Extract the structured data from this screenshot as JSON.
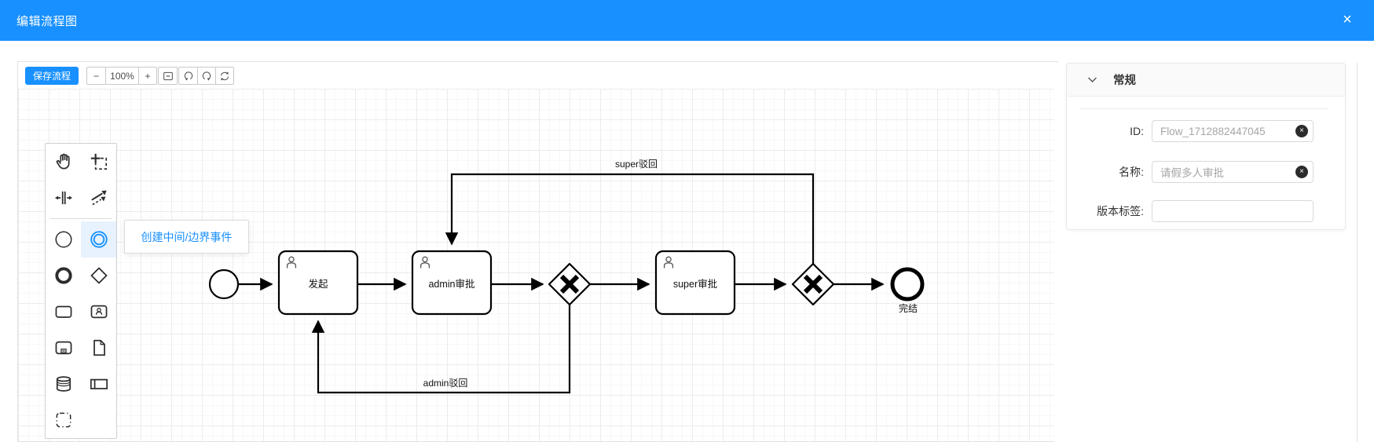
{
  "header": {
    "title": "编辑流程图",
    "close_glyph": "×"
  },
  "toolbar": {
    "save_label": "保存流程",
    "zoom_out_label": "−",
    "zoom_level": "100%",
    "zoom_in_label": "+",
    "icons": [
      "reset-zoom-icon",
      "undo-icon",
      "redo-icon",
      "refresh-icon"
    ]
  },
  "palette": {
    "tooltip": "创建中间/边界事件",
    "items": [
      "hand-tool",
      "lasso-tool",
      "space-tool",
      "global-connect-tool",
      "create-start-event",
      "create-intermediate-boundary-event",
      "create-end-event",
      "create-exclusive-gateway",
      "create-task",
      "create-user-task",
      "create-subprocess",
      "create-data-object",
      "create-data-store",
      "create-participant",
      "create-group"
    ],
    "active_item": "create-intermediate-boundary-event"
  },
  "diagram": {
    "nodes": {
      "start_event": {
        "type": "start-event",
        "label": ""
      },
      "task_initiate": {
        "type": "user-task",
        "label": "发起"
      },
      "task_admin_approve": {
        "type": "user-task",
        "label": "admin审批"
      },
      "gateway_1": {
        "type": "exclusive-gateway"
      },
      "task_super_approve": {
        "type": "user-task",
        "label": "super审批"
      },
      "gateway_2": {
        "type": "exclusive-gateway"
      },
      "end_event": {
        "type": "end-event",
        "label": "完结"
      }
    },
    "edges": {
      "super_reject": {
        "label": "super驳回"
      },
      "admin_reject": {
        "label": "admin驳回"
      }
    }
  },
  "properties_panel": {
    "section_title": "常规",
    "fields": [
      {
        "label": "ID:",
        "value": "Flow_1712882447045",
        "clearable": true
      },
      {
        "label": "名称:",
        "value": "请假多人审批",
        "clearable": true
      },
      {
        "label": "版本标签:",
        "value": "",
        "clearable": false
      }
    ]
  },
  "colors": {
    "primary": "#1890ff",
    "shape_stroke": "#000000",
    "grid_major": "#ececec",
    "grid_minor": "#f7f7f7"
  }
}
